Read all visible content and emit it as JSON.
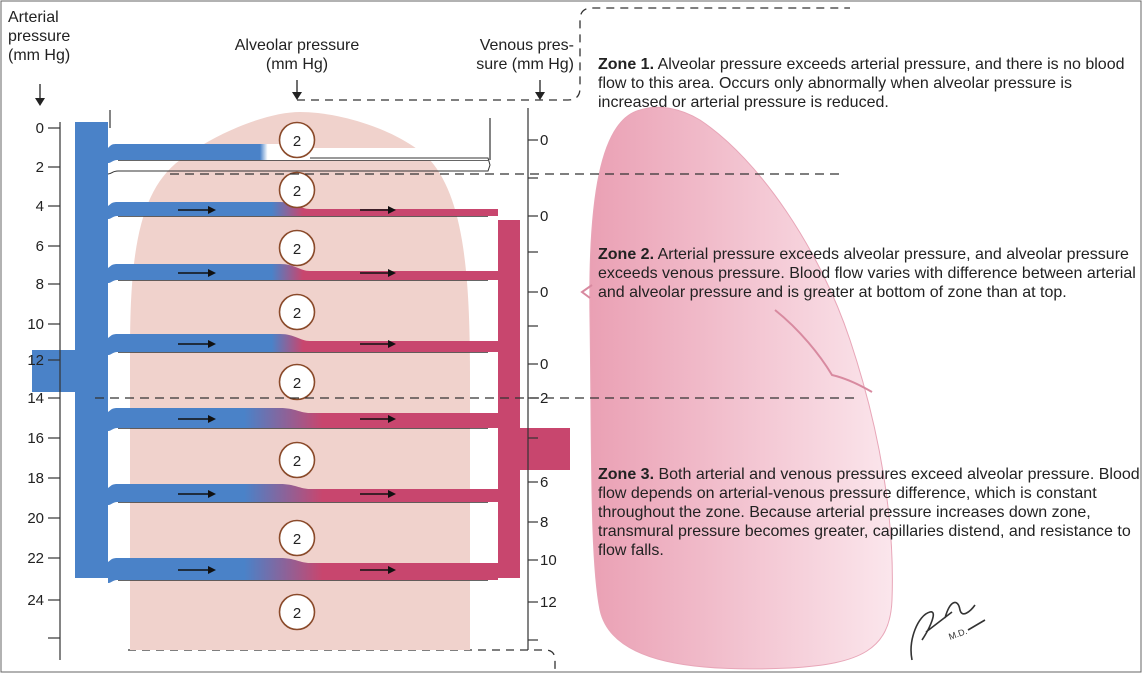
{
  "headers": {
    "arterial": [
      "Arterial",
      "pressure",
      "(mm Hg)"
    ],
    "alveolar": [
      "Alveolar pressure",
      "(mm Hg)"
    ],
    "venous": [
      "Venous pres-",
      "sure (mm Hg)"
    ]
  },
  "arterial_scale": [
    "0",
    "2",
    "4",
    "6",
    "8",
    "10",
    "12",
    "14",
    "16",
    "18",
    "20",
    "22",
    "24"
  ],
  "alveolar_values": [
    "2",
    "2",
    "2",
    "2",
    "2",
    "2",
    "2",
    "2"
  ],
  "venous_scale": [
    "0",
    "0",
    "0",
    "0",
    "2",
    "6",
    "8",
    "10",
    "12"
  ],
  "zones": [
    {
      "title": "Zone 1.",
      "text": "Alveolar pressure exceeds arterial pressure, and there is no blood flow to this area. Occurs only abnormally when alveolar pressure is increased or arterial pressure is reduced."
    },
    {
      "title": "Zone 2.",
      "text": "Arterial pressure exceeds alveolar pressure, and alveolar pressure exceeds venous pressure. Blood flow varies with difference between arterial and alveolar pressure and is greater at bottom of zone than at top."
    },
    {
      "title": "Zone 3.",
      "text": "Both arterial and venous pressures exceed alveolar pressure. Blood flow depends on arterial-venous pressure difference, which is constant throughout the zone. Because arterial pressure increases down zone, transmural pressure becomes greater, capillaries distend, and resistance to flow falls."
    }
  ],
  "signature": "F. Netter M.D.",
  "colors": {
    "arterial": "#4a82c8",
    "venous": "#c8466e",
    "lung": "#f0d0cc",
    "lung_right": "#f4c0cc"
  }
}
